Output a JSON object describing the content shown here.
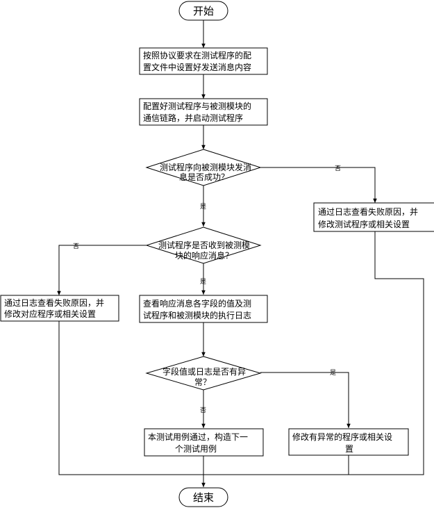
{
  "nodes": {
    "start": "开始",
    "step1": [
      "按照协议要求在测试程序的配",
      "置文件中设置好发送消息内容"
    ],
    "step2": [
      "配置好测试程序与被测模块的",
      "通信链路，并启动测试程序"
    ],
    "decision1": [
      "测试程序向被测模块发消",
      "息是否成功？"
    ],
    "fail1": [
      "通过日志查看失败原因，并",
      "修改测试程序或相关设置"
    ],
    "decision2": [
      "测试程序是否收到被测模",
      "块的响应消息？"
    ],
    "fail2": [
      "通过日志查看失败原因，并",
      "修改对应程序或相关设置"
    ],
    "step3": [
      "查看响应消息各字段的值及测",
      "试程序和被测模块的执行日志"
    ],
    "decision3": [
      "字段值或日志是否有异",
      "常？"
    ],
    "pass": [
      "本测试用例通过，构造下一",
      "个测试用例"
    ],
    "fix": [
      "修改有异常的程序或相关设",
      "置"
    ],
    "end": "结束"
  },
  "edges": {
    "d1_no": "否",
    "d1_yes": "是",
    "d2_no": "否",
    "d2_yes": "是",
    "d3_yes": "是",
    "d3_no": "否"
  }
}
